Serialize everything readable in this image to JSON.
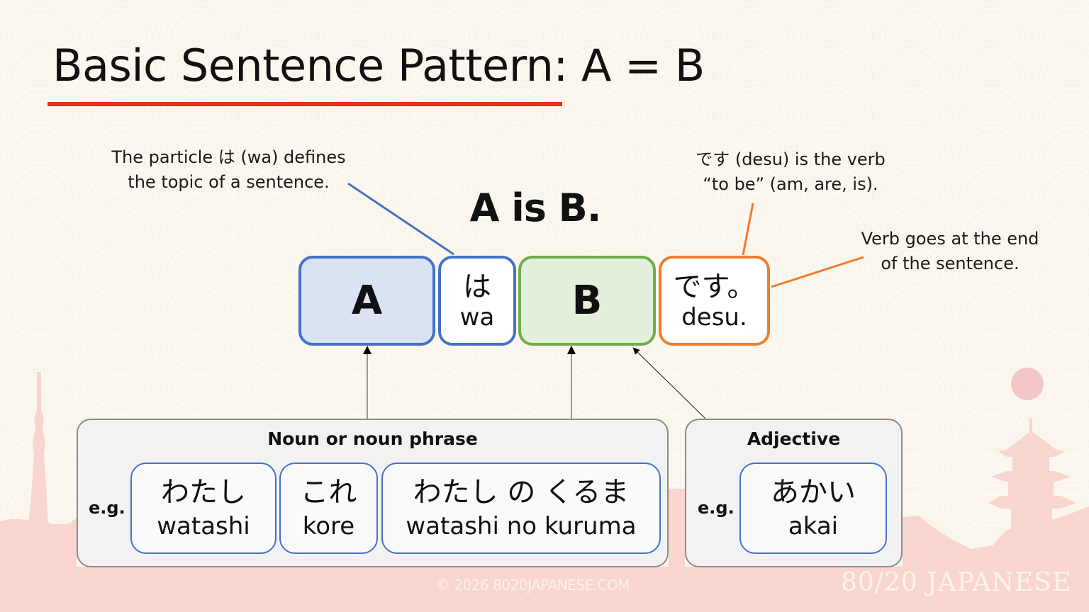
{
  "title": "Basic Sentence Pattern: A = B",
  "colors": {
    "background": "#fbf7ee",
    "title_underline": "#e3321a",
    "blue": "#4472c4",
    "blue_fill": "#dae3f3",
    "green": "#70ad47",
    "green_fill": "#e2efda",
    "orange": "#ed7d31",
    "group_fill": "#f2f2f2",
    "skyline_pink": "#f9d5d0"
  },
  "annotations": {
    "particle_wa": {
      "line1": "The particle は (wa) defines",
      "line2": "the topic of a sentence."
    },
    "desu_verb": {
      "line1": "です (desu) is the verb",
      "line2": "“to be” (am, are, is)."
    },
    "verb_end": {
      "line1": "Verb goes at the end",
      "line2": "of the sentence."
    }
  },
  "headline": "A is B.",
  "pattern": {
    "a": {
      "label": "A"
    },
    "wa": {
      "kana": "は",
      "romaji": "wa"
    },
    "b": {
      "label": "B"
    },
    "desu": {
      "kana": "です。",
      "romaji": "desu."
    }
  },
  "noun_group": {
    "title": "Noun or noun phrase",
    "eg_label": "e.g.",
    "examples": [
      {
        "kana": "わたし",
        "romaji": "watashi"
      },
      {
        "kana": "これ",
        "romaji": "kore"
      },
      {
        "kana": "わたし の くるま",
        "romaji": "watashi no kuruma"
      }
    ]
  },
  "adjective_group": {
    "title": "Adjective",
    "eg_label": "e.g.",
    "examples": [
      {
        "kana": "あかい",
        "romaji": "akai"
      }
    ]
  },
  "footer": {
    "copyright": "© 2026 8020JAPANESE.COM",
    "brand": "80/20 JAPANESE"
  }
}
